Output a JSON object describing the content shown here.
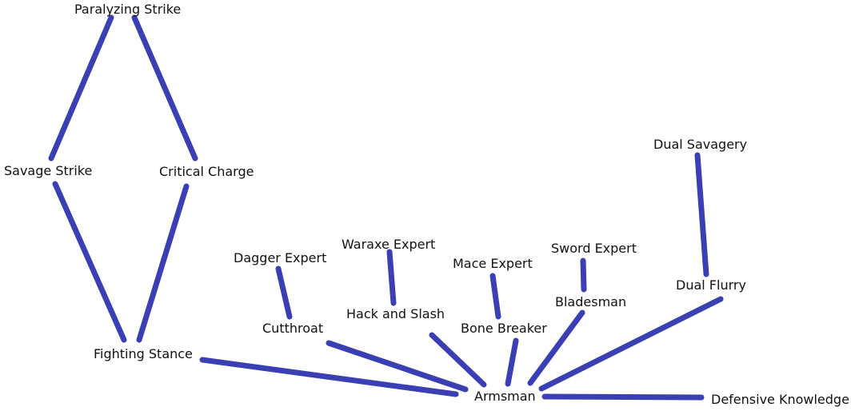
{
  "colors": {
    "edge": "#3a3fb4",
    "text": "#111111",
    "background": "#ffffff"
  },
  "nodes": {
    "paralyzing_strike": "Paralyzing Strike",
    "savage_strike": "Savage Strike",
    "critical_charge": "Critical Charge",
    "fighting_stance": "Fighting Stance",
    "dagger_expert": "Dagger Expert",
    "cutthroat": "Cutthroat",
    "waraxe_expert": "Waraxe Expert",
    "hack_and_slash": "Hack and Slash",
    "mace_expert": "Mace Expert",
    "bone_breaker": "Bone Breaker",
    "sword_expert": "Sword Expert",
    "bladesman": "Bladesman",
    "dual_savagery": "Dual Savagery",
    "dual_flurry": "Dual Flurry",
    "armsman": "Armsman",
    "defensive_knowledge": "Defensive Knowledge"
  },
  "edges": [
    {
      "from": "paralyzing_strike",
      "to": "savage_strike"
    },
    {
      "from": "paralyzing_strike",
      "to": "critical_charge"
    },
    {
      "from": "savage_strike",
      "to": "fighting_stance"
    },
    {
      "from": "critical_charge",
      "to": "fighting_stance"
    },
    {
      "from": "fighting_stance",
      "to": "armsman"
    },
    {
      "from": "dagger_expert",
      "to": "cutthroat"
    },
    {
      "from": "cutthroat",
      "to": "armsman"
    },
    {
      "from": "waraxe_expert",
      "to": "hack_and_slash"
    },
    {
      "from": "hack_and_slash",
      "to": "armsman"
    },
    {
      "from": "mace_expert",
      "to": "bone_breaker"
    },
    {
      "from": "bone_breaker",
      "to": "armsman"
    },
    {
      "from": "sword_expert",
      "to": "bladesman"
    },
    {
      "from": "bladesman",
      "to": "armsman"
    },
    {
      "from": "dual_savagery",
      "to": "dual_flurry"
    },
    {
      "from": "dual_flurry",
      "to": "armsman"
    },
    {
      "from": "armsman",
      "to": "defensive_knowledge"
    }
  ]
}
